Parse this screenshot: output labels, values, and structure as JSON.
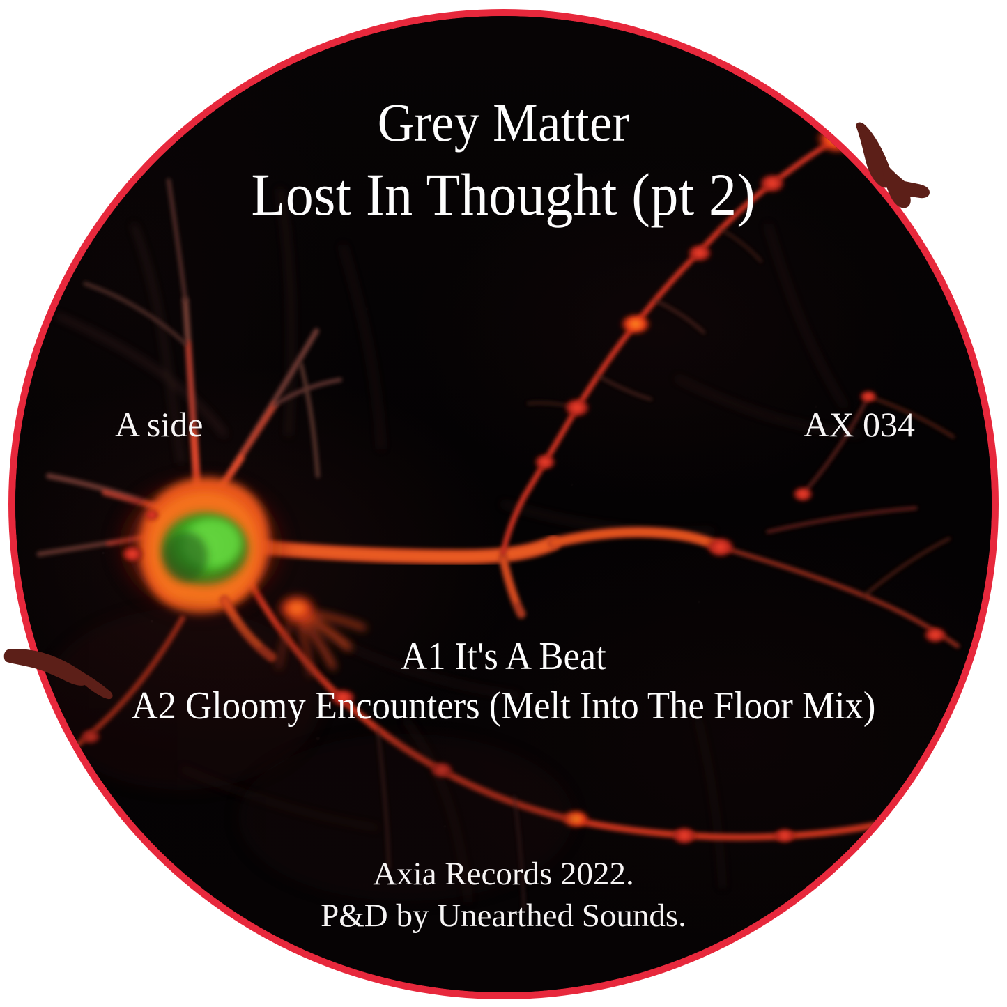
{
  "label": {
    "artist": "Grey Matter",
    "release_title": "Lost In Thought (pt 2)",
    "side": "A side",
    "catalog_number": "AX 034",
    "tracks": [
      "A1 It's A Beat",
      "A2 Gloomy Encounters (Melt Into The Floor Mix)"
    ],
    "footer": [
      "Axia Records 2022.",
      "P&D by Unearthed Sounds."
    ],
    "artwork": {
      "subject": "fluorescence-microscopy-neuron",
      "description": "Red/orange immunostained neuron with green nucleus on black background"
    },
    "colors": {
      "ring": "#e7283c",
      "label_background": "#050304",
      "text": "#fdfdfd",
      "neuron_red": "#e0252b",
      "neuron_orange": "#ff7a18",
      "neuron_nucleus_green": "#4fbf2e",
      "page_background": "#ffffff"
    }
  }
}
